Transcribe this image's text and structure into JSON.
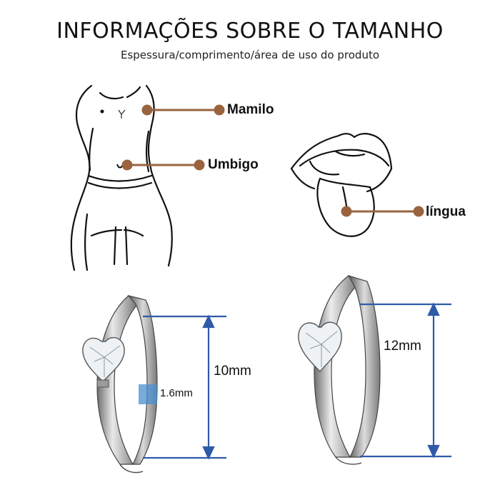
{
  "header": {
    "title": "INFORMAÇÕES SOBRE O TAMANHO",
    "subtitle": "Espessura/comprimento/área de uso do produto"
  },
  "areas": [
    {
      "label": "Mamilo"
    },
    {
      "label": "Umbigo"
    },
    {
      "label": "língua"
    }
  ],
  "measurements": {
    "left_length": "10mm",
    "left_thickness": "1.6mm",
    "right_length": "12mm"
  },
  "colors": {
    "pointer": "#9a6340",
    "dimension_line": "#2f5aa8",
    "thickness_marker": "#4a8fd0"
  }
}
